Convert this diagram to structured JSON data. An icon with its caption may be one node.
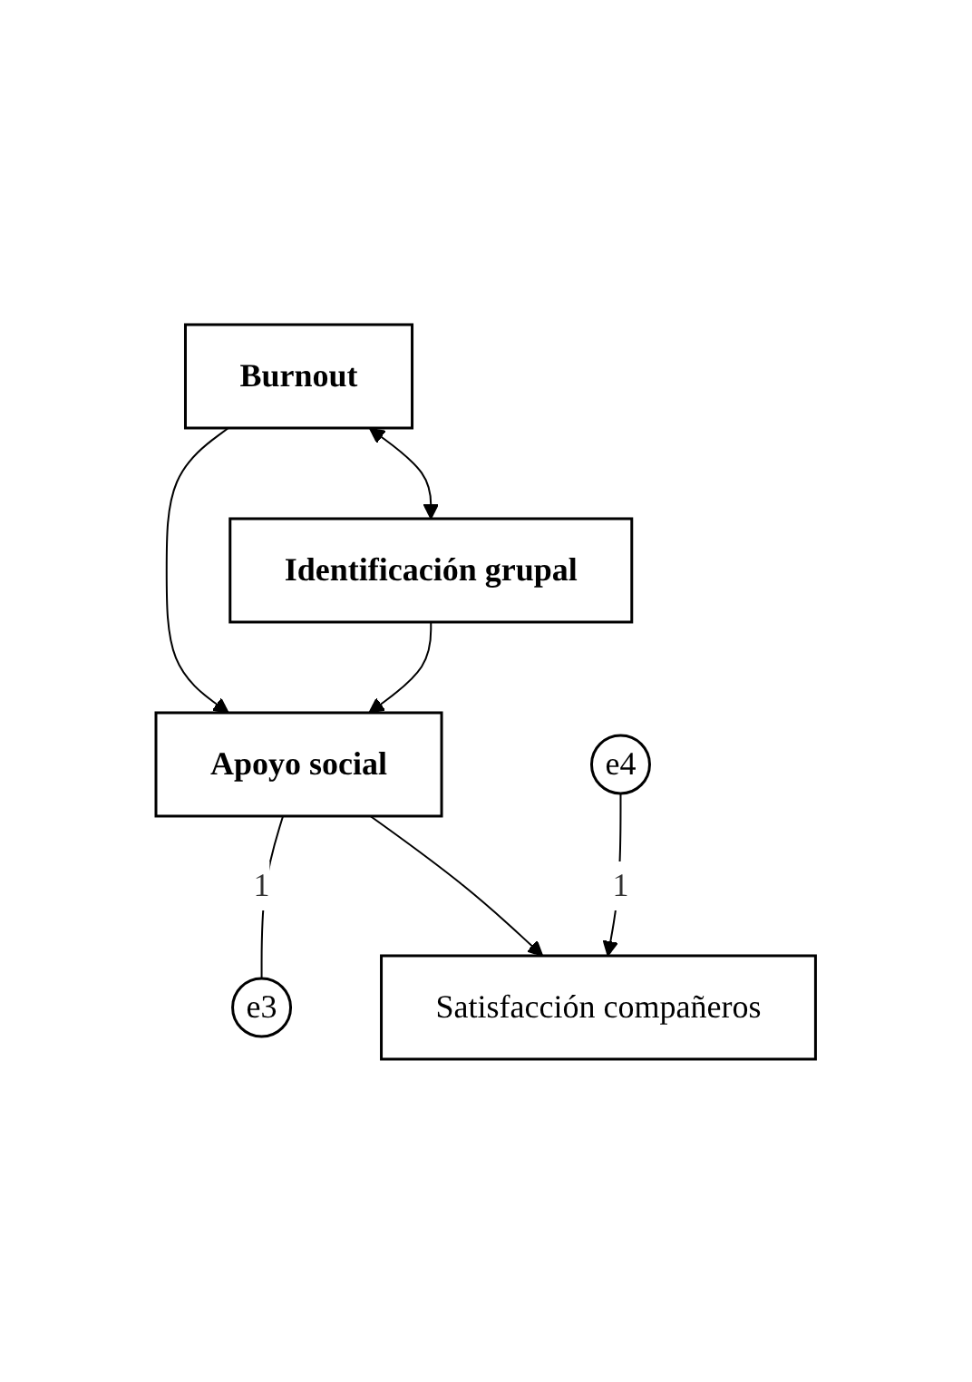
{
  "diagram": {
    "nodes": [
      {
        "text": [
          "Burnout"
        ]
      },
      {
        "text": [
          "Identificación grupal"
        ]
      },
      {
        "text": [
          "Apoyo social"
        ]
      },
      {
        "text": [
          "e3"
        ]
      },
      {
        "text": [
          "Satisfacción compañeros"
        ]
      },
      {
        "text": [
          "e4"
        ]
      }
    ],
    "edges": [
      {
        "from": 0,
        "to": 1,
        "arrow": "both"
      },
      {
        "from": 0,
        "to": 2,
        "arrow": "to"
      },
      {
        "from": 1,
        "to": 2,
        "arrow": "to"
      },
      {
        "from": 2,
        "to": 3,
        "arrow": "none",
        "label": "1"
      },
      {
        "from": 2,
        "to": 4,
        "arrow": "to"
      },
      {
        "from": 5,
        "to": 4,
        "arrow": "to",
        "label": "1"
      }
    ]
  }
}
